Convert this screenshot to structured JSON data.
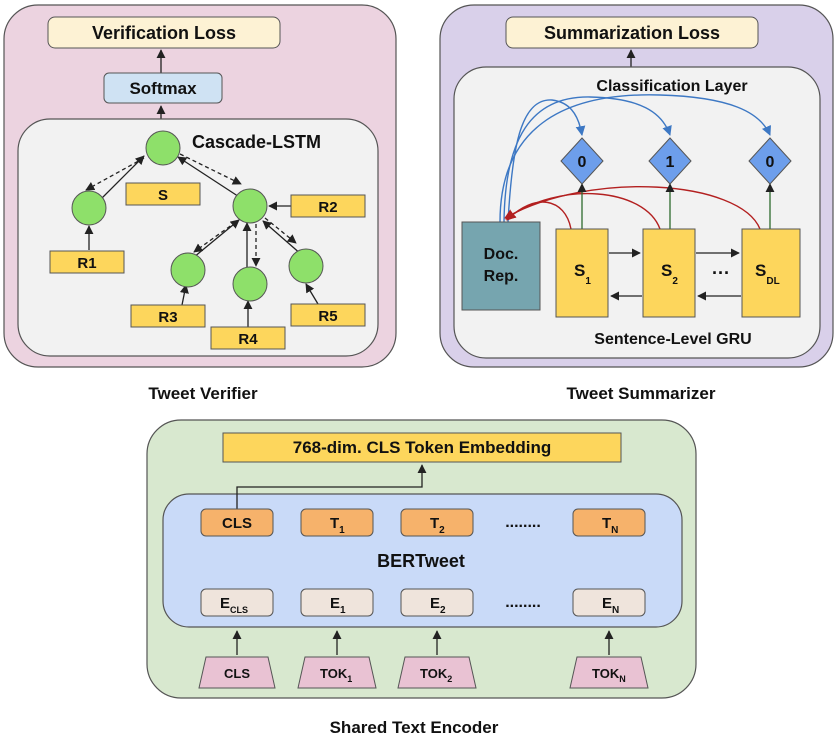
{
  "verifier": {
    "loss_label": "Verification Loss",
    "softmax_label": "Softmax",
    "lstm_label": "Cascade-LSTM",
    "nodes": {
      "s": "S",
      "r1": "R1",
      "r2": "R2",
      "r3": "R3",
      "r4": "R4",
      "r5": "R5"
    },
    "caption": "Tweet Verifier"
  },
  "summarizer": {
    "loss_label": "Summarization Loss",
    "classification_label": "Classification Layer",
    "outputs": [
      "0",
      "1",
      "0"
    ],
    "doc_rep_line1": "Doc.",
    "doc_rep_line2": "Rep.",
    "sentences": [
      {
        "main": "S",
        "sub": "1"
      },
      {
        "main": "S",
        "sub": "2"
      },
      {
        "main": "S",
        "sub": "DL"
      }
    ],
    "ellipsis": "···",
    "gru_label": "Sentence-Level GRU",
    "caption": "Tweet Summarizer"
  },
  "encoder": {
    "embedding_label": "768-dim. CLS Token Embedding",
    "bert_label": "BERTweet",
    "outputs": [
      {
        "main": "CLS",
        "sub": ""
      },
      {
        "main": "T",
        "sub": "1"
      },
      {
        "main": "T",
        "sub": "2"
      },
      {
        "main": "T",
        "sub": "N"
      }
    ],
    "embeddings": [
      {
        "main": "E",
        "sub": "CLS"
      },
      {
        "main": "E",
        "sub": "1"
      },
      {
        "main": "E",
        "sub": "2"
      },
      {
        "main": "E",
        "sub": "N"
      }
    ],
    "tokens": [
      {
        "main": "CLS",
        "sub": ""
      },
      {
        "main": "TOK",
        "sub": "1"
      },
      {
        "main": "TOK",
        "sub": "2"
      },
      {
        "main": "TOK",
        "sub": "N"
      }
    ],
    "dots": "........",
    "caption": "Shared Text Encoder"
  },
  "colors": {
    "verifier_bg": "#ecd3e0",
    "summarizer_bg": "#d9d0ea",
    "encoder_bg": "#d8e8cf",
    "inner_bg": "#f2f2f2",
    "loss_fill": "#fdf2d4",
    "softmax_fill": "#cfe2f3",
    "node_green": "#8ee06a",
    "yellow": "#fdd65c",
    "diamond_blue": "#6d9eeb",
    "doc_rep": "#76a5af",
    "bert_bg": "#c9daf8",
    "orange": "#f6b26b",
    "emb_fill": "#efe4dc",
    "token_pink": "#e9c2d3",
    "arc_blue": "#3d78c4",
    "arc_red": "#b32020"
  }
}
